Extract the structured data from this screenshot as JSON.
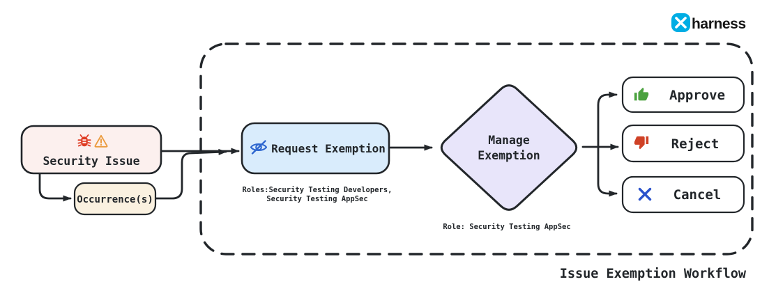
{
  "brand": {
    "name": "harness",
    "logo_icon": "harness-logo-icon",
    "logo_color": "#00ade4"
  },
  "workflow": {
    "container_label": "Issue Exemption Workflow",
    "nodes": {
      "security_issue": {
        "label": "Security Issue",
        "icons": [
          "bug-icon",
          "warning-icon"
        ]
      },
      "occurrences": {
        "label": "Occurrence(s)"
      },
      "request_exemption": {
        "label": "Request Exemption",
        "icon": "eye-slash-icon",
        "roles_line1": "Roles:Security Testing Developers,",
        "roles_line2": "Security Testing AppSec"
      },
      "manage_exemption": {
        "label_line1": "Manage",
        "label_line2": "Exemption",
        "role": "Role: Security Testing AppSec"
      },
      "approve": {
        "label": "Approve",
        "icon": "thumbs-up-icon"
      },
      "reject": {
        "label": "Reject",
        "icon": "thumbs-down-icon"
      },
      "cancel": {
        "label": "Cancel",
        "icon": "x-icon"
      }
    },
    "colors": {
      "ink": "#22262a",
      "security_issue_fill": "#fcf0ee",
      "occurrence_fill": "#faf1e0",
      "request_fill": "#d9ecfc",
      "manage_fill": "#e8e5fa",
      "action_fill": "#ffffff",
      "approve_icon": "#4ba23f",
      "reject_icon": "#cf4126",
      "cancel_icon": "#2a52cc",
      "eye_icon": "#2d66cf",
      "bug_icon": "#df3b23",
      "warning_icon": "#eb9b3f",
      "brand_blue": "#00ade4"
    }
  }
}
